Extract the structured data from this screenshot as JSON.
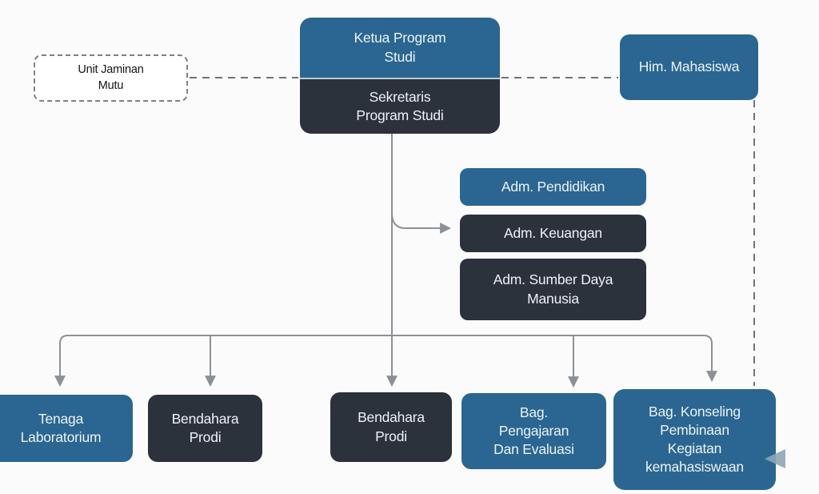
{
  "diagram": {
    "type": "organizational-chart",
    "background": "#fbfbfb",
    "colors": {
      "box_blue": "#2a6691",
      "box_dark": "#2b323c",
      "box_outline_border": "#7e8184",
      "connector_solid": "#8c9197",
      "connector_dashed": "#6f7377",
      "accent_arrowhead": "#8fa6b4",
      "text_on_box": "#edf2f6",
      "text_dark": "#141414"
    },
    "nodes": {
      "ketua": {
        "label": "Ketua Program\nStudi",
        "style": "blue"
      },
      "sekretaris": {
        "label": "Sekretaris\nProgram Studi",
        "style": "dark"
      },
      "unit_jaminan_mutu": {
        "label": "Unit Jaminan\nMutu",
        "style": "white-dashed-outline"
      },
      "him_mahasiswa": {
        "label": "Him. Mahasiswa",
        "style": "blue"
      },
      "adm_pendidikan": {
        "label": "Adm. Pendidikan",
        "style": "blue"
      },
      "adm_keuangan": {
        "label": "Adm. Keuangan",
        "style": "dark"
      },
      "adm_sumber_daya_manusia": {
        "label": "Adm. Sumber Daya\nManusia",
        "style": "dark"
      },
      "tenaga_laboratorium": {
        "label": "Tenaga\nLaboratorium",
        "style": "blue"
      },
      "bendahara_prodi_1": {
        "label": "Bendahara\nProdi",
        "style": "dark"
      },
      "bendahara_prodi_2": {
        "label": "Bendahara\nProdi",
        "style": "dark"
      },
      "bag_pengajaran": {
        "label": "Bag.\nPengajaran\nDan Evaluasi",
        "style": "blue"
      },
      "bag_konseling": {
        "label": "Bag. Konseling\nPembinaan\nKegiatan\nkemahasiswaan",
        "style": "blue"
      }
    },
    "edges": [
      {
        "from": "unit_jaminan_mutu",
        "to": "ketua_sekretaris",
        "style": "dashed"
      },
      {
        "from": "ketua_sekretaris",
        "to": "him_mahasiswa",
        "style": "dashed"
      },
      {
        "from": "him_mahasiswa",
        "to": "bag_konseling",
        "style": "dashed-arrow"
      },
      {
        "from": "sekretaris",
        "to": "adm_keuangan",
        "style": "solid-arrow"
      },
      {
        "from": "sekretaris",
        "to": "tenaga_laboratorium",
        "style": "solid-arrow"
      },
      {
        "from": "sekretaris",
        "to": "bendahara_prodi_1",
        "style": "solid-arrow"
      },
      {
        "from": "sekretaris",
        "to": "bendahara_prodi_2",
        "style": "solid-arrow"
      },
      {
        "from": "sekretaris",
        "to": "bag_pengajaran",
        "style": "solid-arrow"
      },
      {
        "from": "sekretaris",
        "to": "bag_konseling",
        "style": "solid-arrow"
      }
    ]
  }
}
